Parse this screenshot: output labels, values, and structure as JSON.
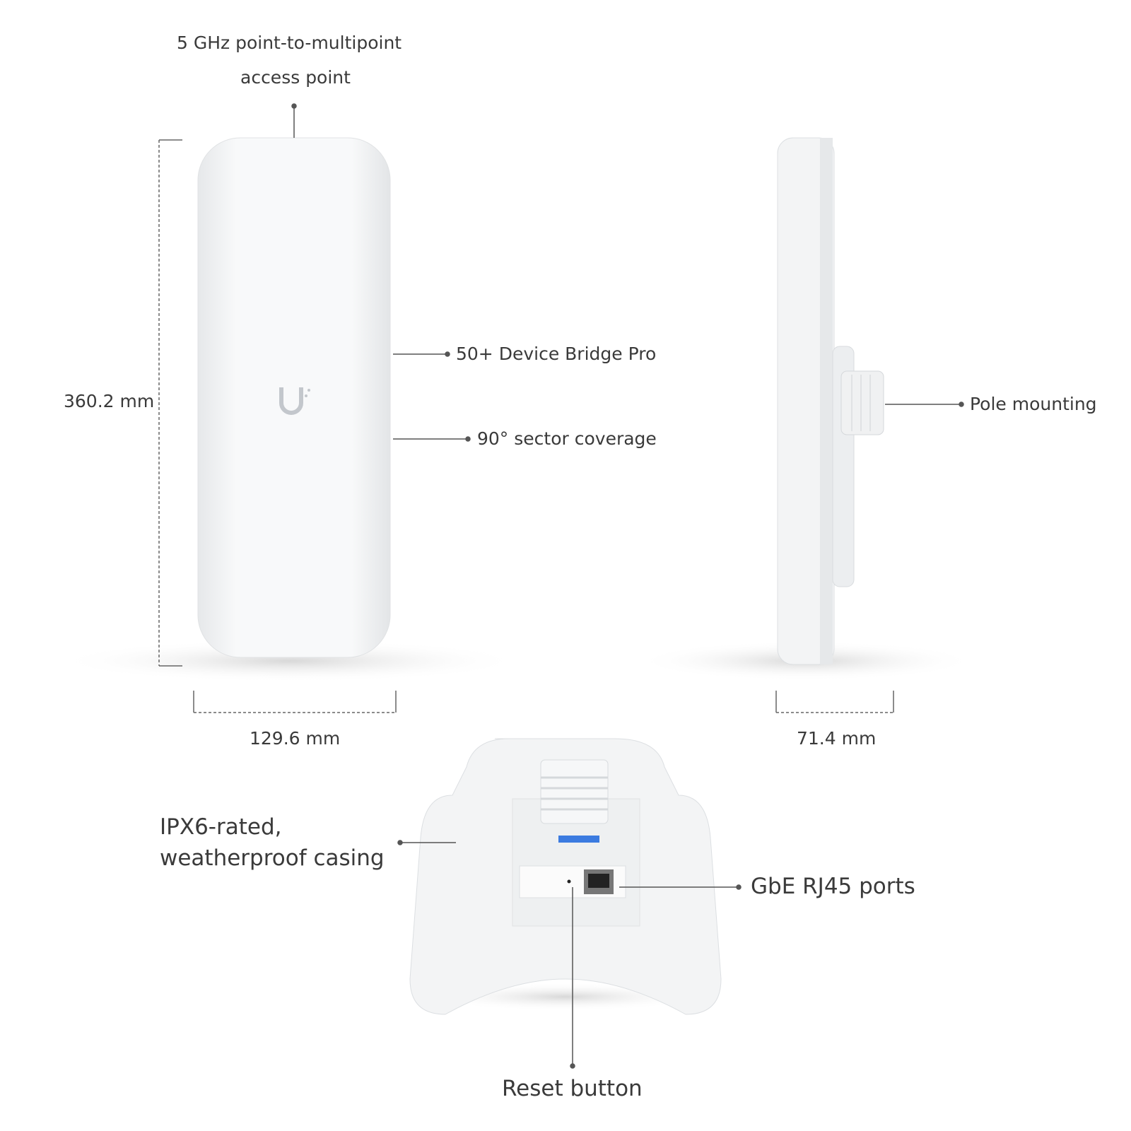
{
  "labels": {
    "top_line1": "5 GHz point-to-multipoint",
    "top_line2": "access point",
    "device_bridge": "50+ Device Bridge Pro",
    "sector": "90° sector coverage",
    "pole": "Pole mounting",
    "height": "360.2 mm",
    "width": "129.6 mm",
    "depth": "71.4 mm",
    "casing_line1": "IPX6-rated,",
    "casing_line2": "weatherproof casing",
    "ports": "GbE RJ45 ports",
    "reset": "Reset button"
  },
  "colors": {
    "text": "#3a3a3a",
    "line": "#555555",
    "device": "#f4f5f6",
    "accent": "#3b7be0"
  }
}
